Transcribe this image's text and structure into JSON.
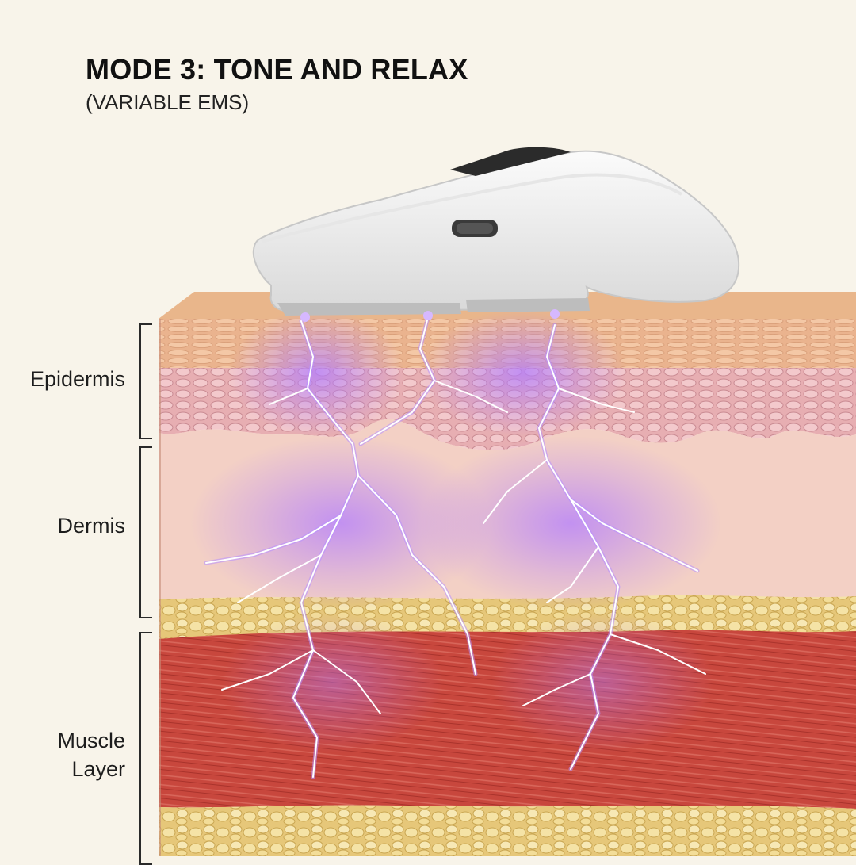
{
  "header": {
    "title": "MODE 3: TONE AND RELAX",
    "subtitle": "(VARIABLE EMS)"
  },
  "layers": [
    {
      "label": "Epidermis"
    },
    {
      "label": "Dermis"
    },
    {
      "label": "Muscle\nLayer"
    }
  ],
  "colors": {
    "background": "#f8f4ea",
    "skin_surface": "#e8b98f",
    "epidermis": "#e2a8ad",
    "dermis": "#f4cfc4",
    "fat": "#ecd58e",
    "muscle": "#c4443c",
    "ems_glow": "#a46bff"
  },
  "device": {
    "name": "ems-device"
  }
}
